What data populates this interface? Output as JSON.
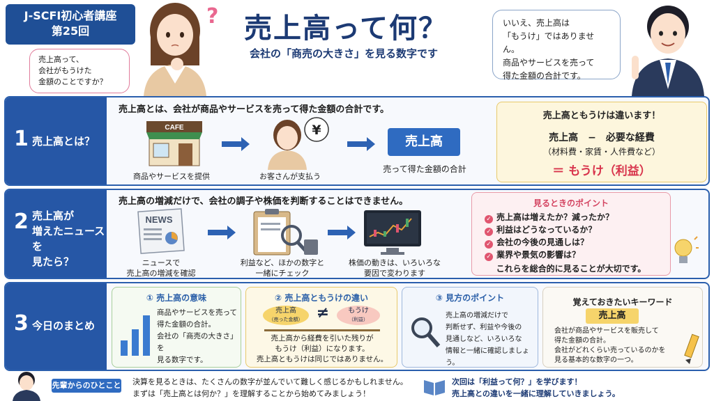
{
  "header": {
    "course_line1": "J-SCFI初心者講座",
    "course_line2": "第25回",
    "title": "売上高って何？",
    "subtitle": "会社の「商売の大きさ」を見る数字です",
    "question_mark": "?",
    "question_bubble": [
      "売上高って、",
      "会社がもうけた",
      "金額のことですか？"
    ],
    "answer_bubble": [
      "いいえ、売上高は",
      "「もうけ」ではありません。",
      "商品やサービスを売って",
      "得た金額の合計です。"
    ]
  },
  "section1": {
    "number": "1",
    "title": "売上高とは？",
    "heading": "売上高とは、会社が商品やサービスを売って得た金額の合計です。",
    "shop_sign": "CAFE",
    "yen_symbol": "¥",
    "step1_caption": "商品やサービスを提供",
    "step2_caption": "お客さんが支払う",
    "result_label": "売上高",
    "result_caption": "売って得た金額の合計",
    "diff_title": "売上高ともうけは違います！",
    "diff_formula": "売上高　−　必要な経費",
    "diff_formula_sub": "（材料費・家賃・人件費など）",
    "diff_result": "＝ もうけ（利益）"
  },
  "section2": {
    "number": "2",
    "title_lines": [
      "売上高が",
      "増えたニュースを",
      "見たら？"
    ],
    "heading": "売上高の増減だけで、会社の調子や株価を判断することはできません。",
    "news_label": "NEWS",
    "step1_caption": [
      "ニュースで",
      "売上高の増減を確認"
    ],
    "step2_caption": [
      "利益など、ほかの数字と",
      "一緒にチェック"
    ],
    "step3_caption": [
      "株価の動きは、いろいろな",
      "要因で変わります"
    ],
    "points_title": "見るときのポイント",
    "points": [
      "売上高は増えたか？減ったか？",
      "利益はどうなっているか？",
      "会社の今後の見通しは？",
      "業界や景気の影響は？"
    ],
    "points_footer": "これらを総合的に見ることが大切です。",
    "check_glyph": "✓"
  },
  "section3": {
    "number": "3",
    "title": "今日のまとめ",
    "card1": {
      "title": "① 売上高の意味",
      "body": [
        "商品やサービスを売って",
        "得た金額の合計。",
        "会社の「商売の大きさ」を",
        "見る数字です。"
      ]
    },
    "card2": {
      "title": "② 売上高ともうけの違い",
      "left_label": "売上高",
      "left_sub": "（売った金額）",
      "neq": "≠",
      "right_label": "もうけ",
      "right_sub": "（利益）",
      "body": [
        "売上高から経費を引いた残りが",
        "もうけ（利益）になります。",
        "売上高ともうけは同じではありません。"
      ]
    },
    "card3": {
      "title": "③ 見方のポイント",
      "body": [
        "売上高の増減だけで",
        "判断せず、利益や今後の",
        "見通しなど、いろいろな",
        "情報と一緒に確認しましょう。"
      ]
    },
    "card4": {
      "title": "覚えておきたいキーワード",
      "keyword": "売上高",
      "body": [
        "会社が商品やサービスを販売して",
        "得た金額の合計。",
        "会社がどれくらい売っているのかを",
        "見る基本的な数字の一つ。"
      ]
    }
  },
  "footer": {
    "senpai_tag": "先輩からのひとこと",
    "senpai_text": [
      "決算を見るときは、たくさんの数字が並んでいて難しく感じるかもしれません。",
      "まずは「売上高とは何か？」を理解することから始めてみましょう！"
    ],
    "next_text": [
      "次回は「利益って何？」を学びます！",
      "売上高との違いを一緒に理解していきましょう。"
    ]
  },
  "colors": {
    "navy": "#1c3a74",
    "blue": "#2657a6",
    "pink": "#e0556f",
    "red": "#d8344c",
    "yellow": "#f6d46b"
  }
}
